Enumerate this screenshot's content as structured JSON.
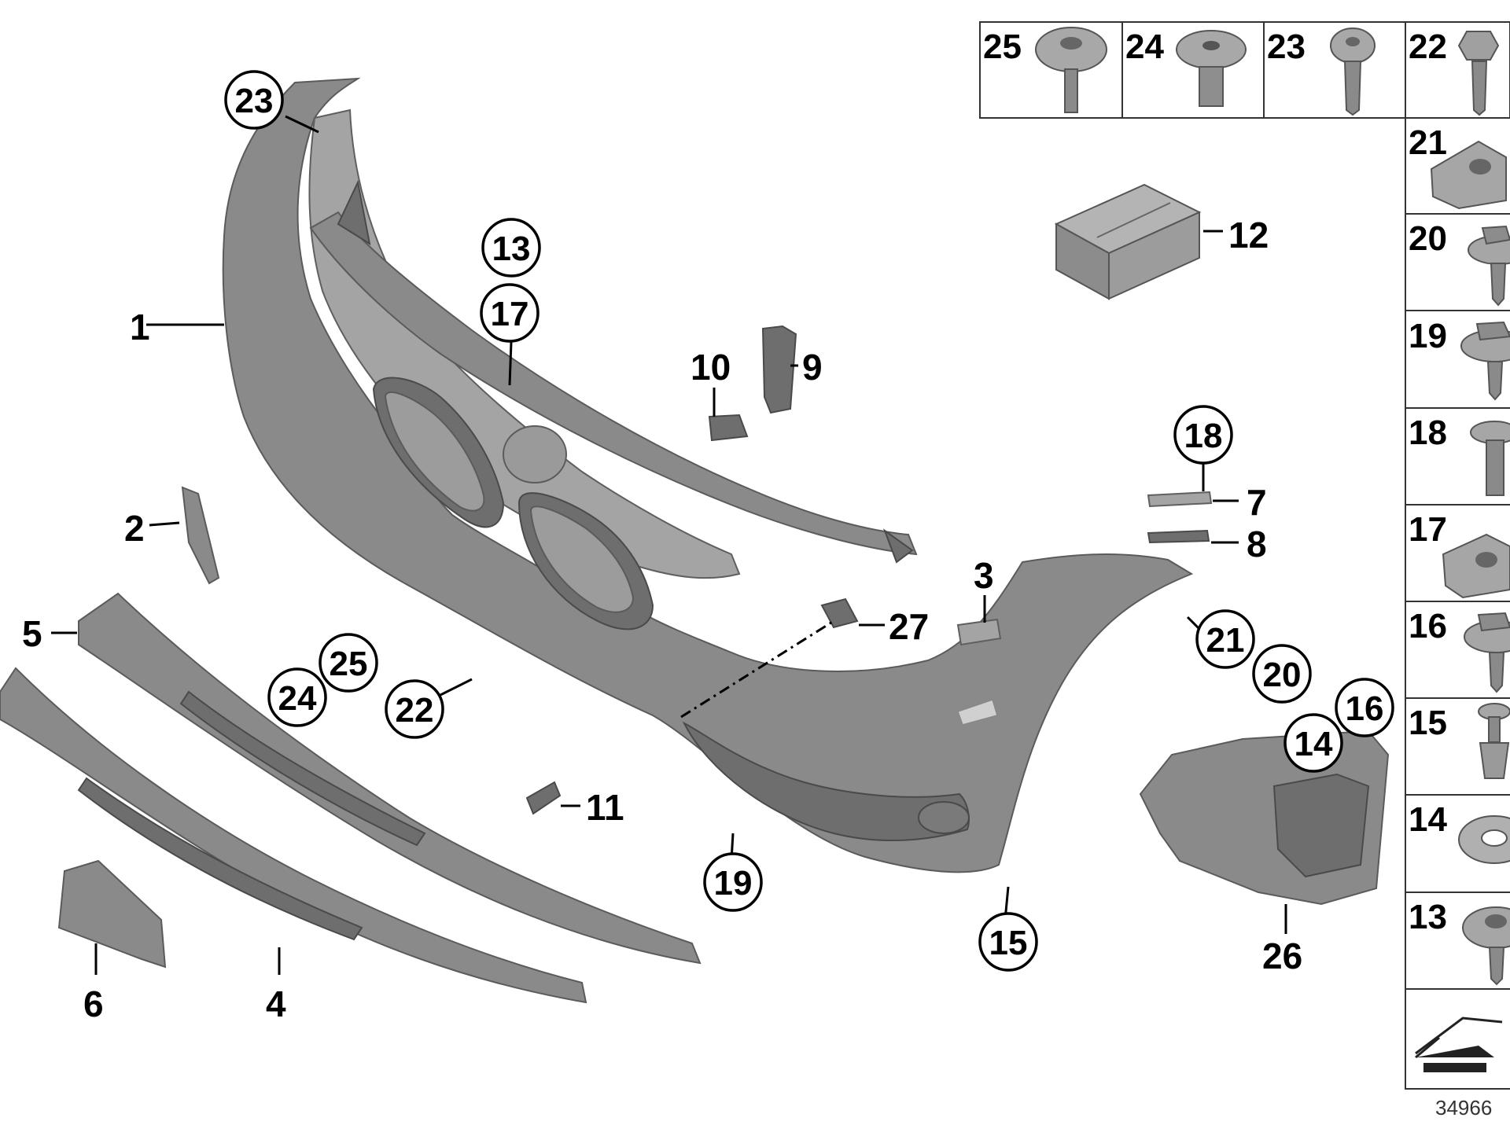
{
  "diagram": {
    "reference_number": "34966",
    "callouts": [
      {
        "id": "c1",
        "label": "1"
      },
      {
        "id": "c2",
        "label": "2"
      },
      {
        "id": "c3",
        "label": "3"
      },
      {
        "id": "c4",
        "label": "4"
      },
      {
        "id": "c5",
        "label": "5"
      },
      {
        "id": "c6",
        "label": "6"
      },
      {
        "id": "c7",
        "label": "7"
      },
      {
        "id": "c8",
        "label": "8"
      },
      {
        "id": "c9",
        "label": "9"
      },
      {
        "id": "c10",
        "label": "10"
      },
      {
        "id": "c11",
        "label": "11"
      },
      {
        "id": "c12",
        "label": "12"
      },
      {
        "id": "c26",
        "label": "26"
      },
      {
        "id": "c27",
        "label": "27"
      }
    ],
    "circled_callouts": [
      {
        "id": "o23",
        "label": "23"
      },
      {
        "id": "o13",
        "label": "13"
      },
      {
        "id": "o17",
        "label": "17"
      },
      {
        "id": "o18",
        "label": "18"
      },
      {
        "id": "o25",
        "label": "25"
      },
      {
        "id": "o24",
        "label": "24"
      },
      {
        "id": "o22",
        "label": "22"
      },
      {
        "id": "o21",
        "label": "21"
      },
      {
        "id": "o20",
        "label": "20"
      },
      {
        "id": "o16",
        "label": "16"
      },
      {
        "id": "o14",
        "label": "14"
      },
      {
        "id": "o19",
        "label": "19"
      },
      {
        "id": "o15",
        "label": "15"
      }
    ],
    "fastener_panels_top": [
      {
        "label": "25",
        "icon": "torx-bolt-icon"
      },
      {
        "label": "24",
        "icon": "flange-bolt-icon"
      },
      {
        "label": "23",
        "icon": "torx-screw-icon"
      },
      {
        "label": "22",
        "icon": "hex-screw-icon"
      }
    ],
    "fastener_panels_side": [
      {
        "label": "21",
        "icon": "clip-nut-icon"
      },
      {
        "label": "20",
        "icon": "hex-collar-screw-icon"
      },
      {
        "label": "19",
        "icon": "hex-collar-screw-icon"
      },
      {
        "label": "18",
        "icon": "expanding-rivet-icon"
      },
      {
        "label": "17",
        "icon": "clip-nut-icon"
      },
      {
        "label": "16",
        "icon": "hex-collar-screw-icon"
      },
      {
        "label": "15",
        "icon": "push-rivet-icon"
      },
      {
        "label": "14",
        "icon": "star-washer-icon"
      },
      {
        "label": "13",
        "icon": "torx-collar-screw-icon"
      }
    ],
    "nav_icon": "arrow-corner-icon"
  }
}
